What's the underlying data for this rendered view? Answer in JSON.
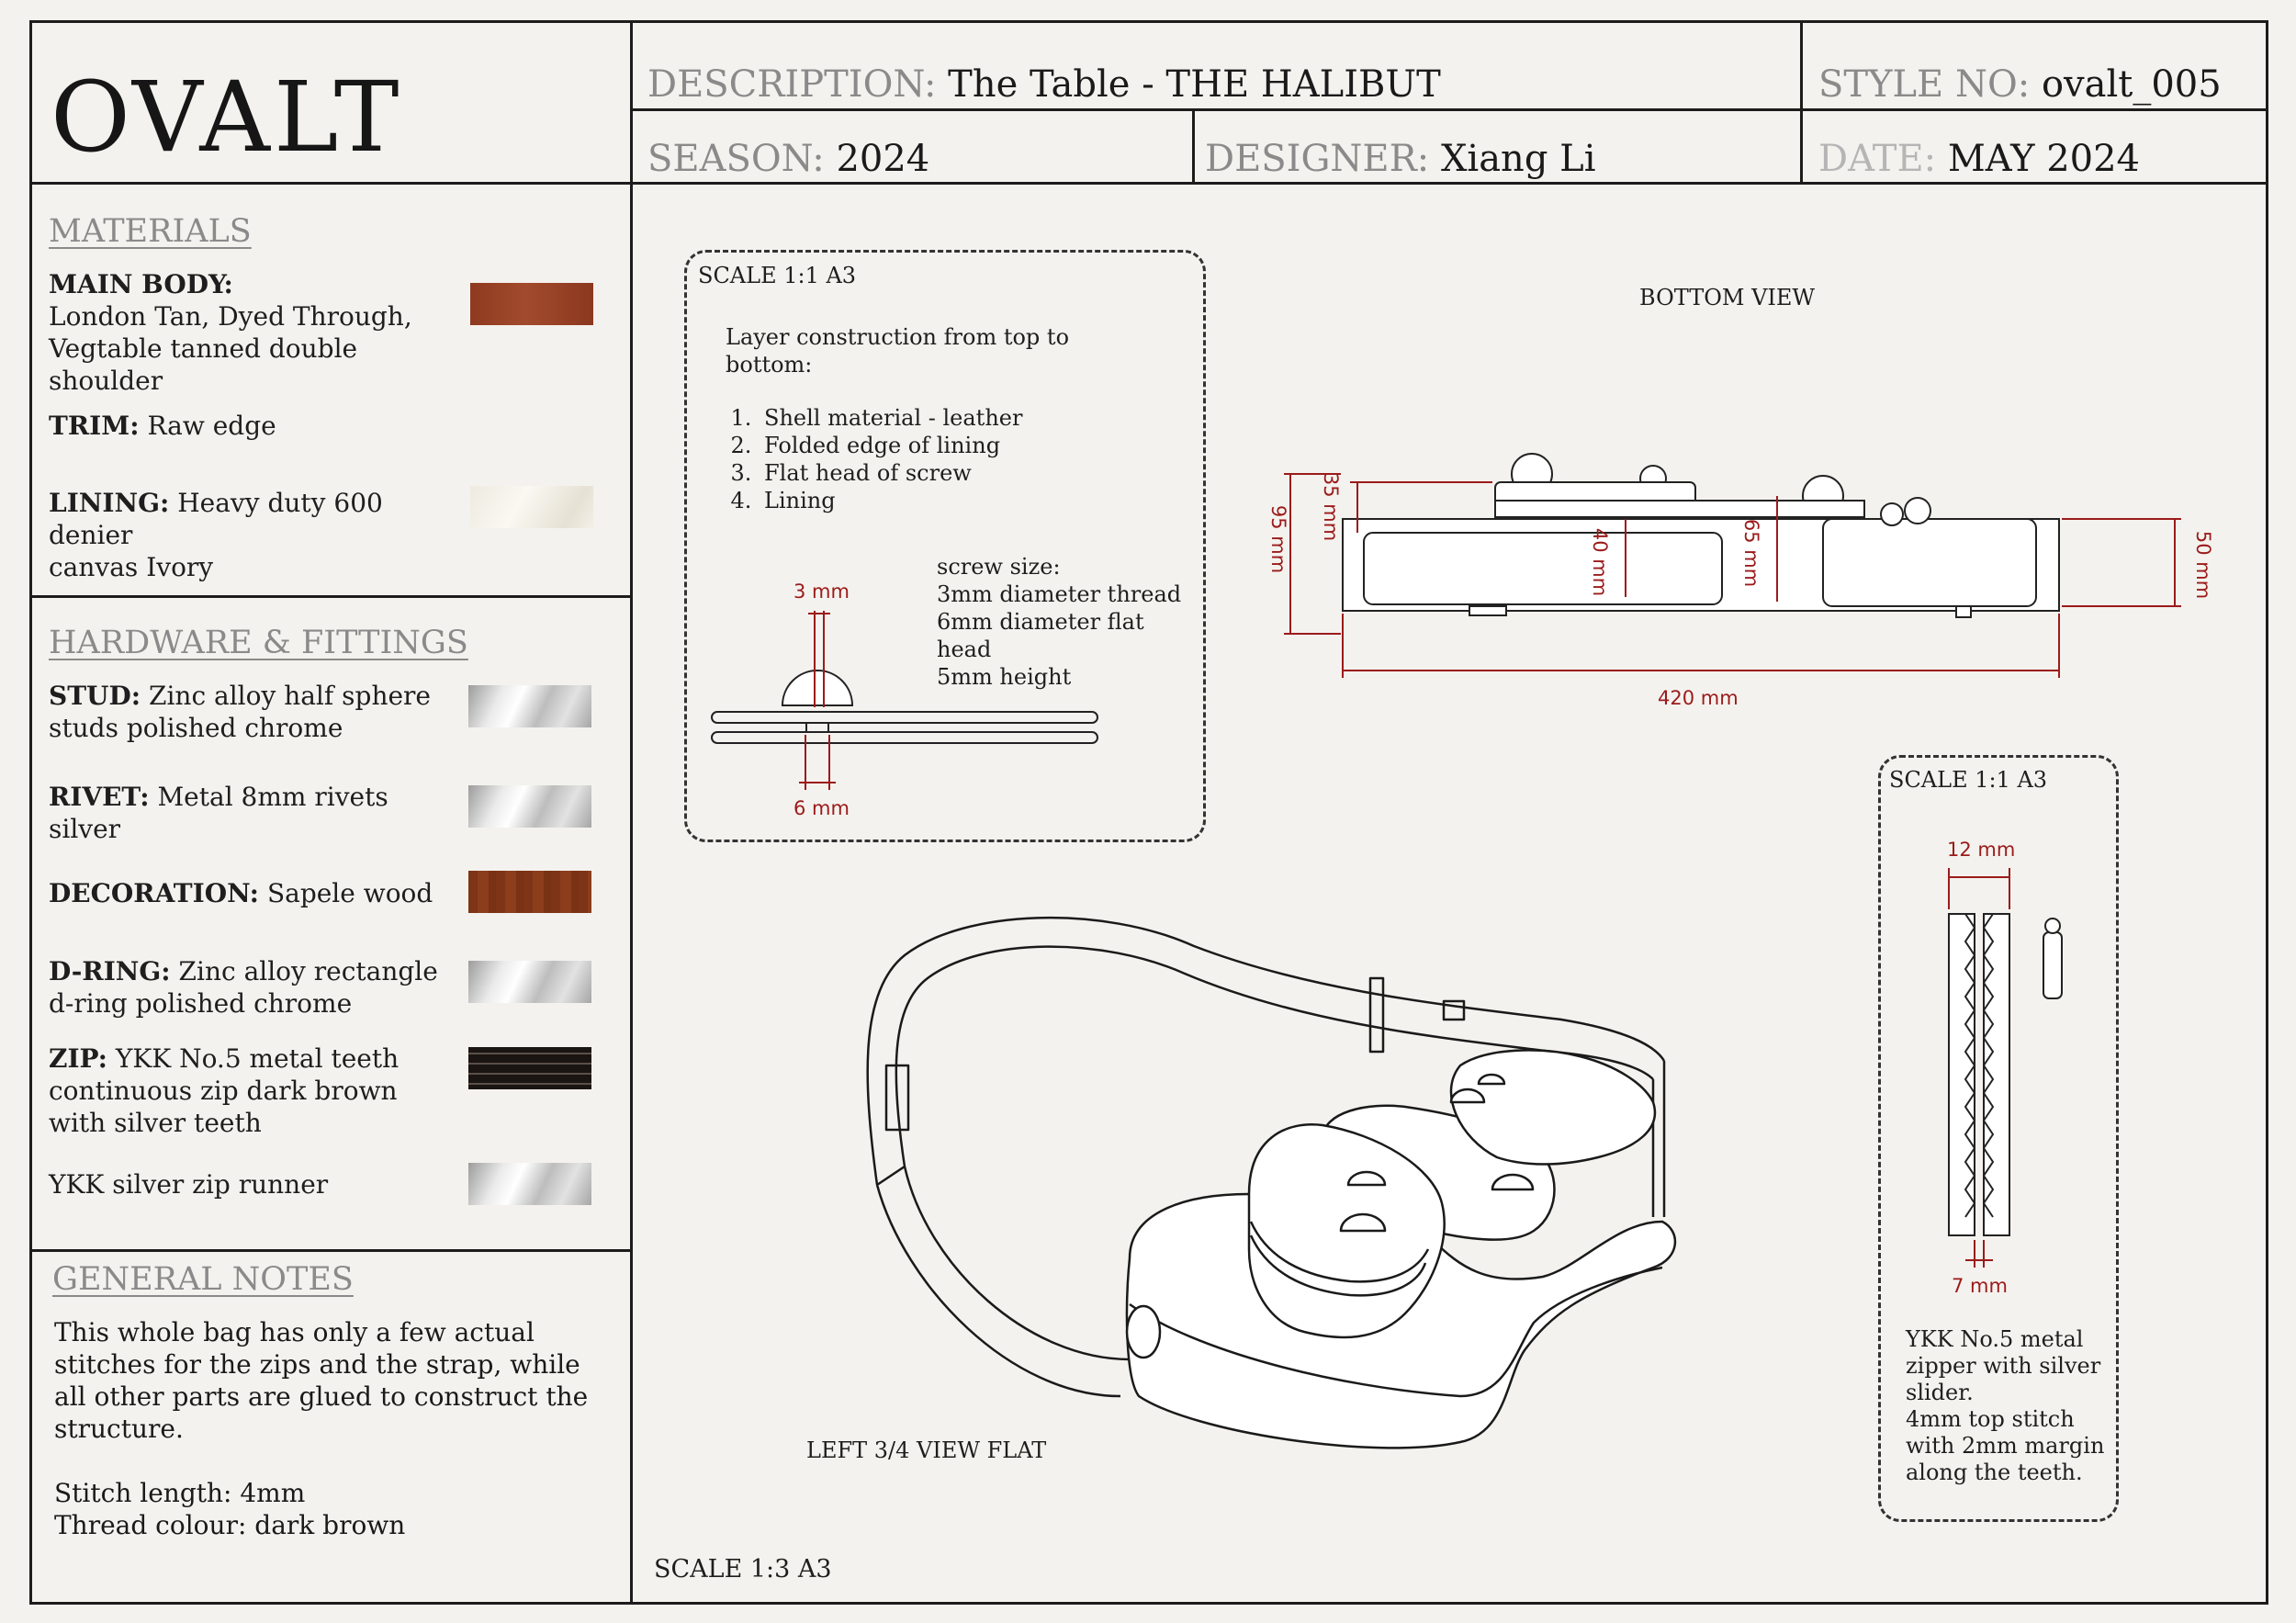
{
  "brand": {
    "logo": "OVALT"
  },
  "header": {
    "description_label": "DESCRIPTION:",
    "description_value": "The Table - THE HALIBUT",
    "style_label": "STYLE NO:",
    "style_value": "ovalt_005",
    "season_label": "SEASON:",
    "season_value": "2024",
    "designer_label": "DESIGNER:",
    "designer_value": "Xiang Li",
    "date_label": "DATE:",
    "date_value": "MAY 2024"
  },
  "materials": {
    "title": "MATERIALS",
    "main_body_label": "MAIN BODY:",
    "main_body_line1": "London Tan, Dyed Through,",
    "main_body_line2": "Vegtable tanned double shoulder",
    "trim_label": "TRIM:",
    "trim_value": "Raw edge",
    "lining_label": "LINING:",
    "lining_line1": "Heavy duty 600 denier",
    "lining_line2": "canvas Ivory"
  },
  "hardware": {
    "title": "HARDWARE & FITTINGS",
    "stud_label": "STUD:",
    "stud_line1": "Zinc alloy half sphere",
    "stud_line2": "studs polished chrome",
    "rivet_label": "RIVET:",
    "rivet_line1": "Metal 8mm rivets",
    "rivet_line2": "silver",
    "decoration_label": "DECORATION:",
    "decoration_value": "Sapele wood",
    "dring_label": "D-RING:",
    "dring_line1": "Zinc alloy rectangle",
    "dring_line2": "d-ring polished chrome",
    "zip_label": "ZIP:",
    "zip_line1": "YKK No.5 metal teeth",
    "zip_line2": "continuous zip dark brown",
    "zip_line3": "with silver teeth",
    "runner": "YKK silver zip runner"
  },
  "general_notes": {
    "title": "GENERAL NOTES",
    "line1": "This whole bag has only a few actual",
    "line2": "stitches for the zips and the strap, while",
    "line3": "all other parts are glued to construct the",
    "line4": "structure.",
    "stitch_length": "Stitch length: 4mm",
    "thread_colour": "Thread colour: dark brown"
  },
  "screw_detail": {
    "scale": "SCALE 1:1  A3",
    "intro_line1": "Layer construction from top to",
    "intro_line2": "bottom:",
    "layers": [
      "Shell material - leather",
      "Folded edge of lining",
      "Flat head of screw",
      "Lining"
    ],
    "size_title": "screw size:",
    "size_line1": "3mm diameter thread",
    "size_line2": "6mm diameter flat",
    "size_line3": "head",
    "size_line4": "5mm height",
    "dim_thread": "3 mm",
    "dim_head": "6 mm"
  },
  "bottom_view": {
    "title": "BOTTOM VIEW",
    "dim_95": "95 mm",
    "dim_35": "35 mm",
    "dim_40": "40 mm",
    "dim_65": "65 mm",
    "dim_50": "50 mm",
    "dim_420": "420 mm"
  },
  "zipper_detail": {
    "scale": "SCALE 1:1  A3",
    "dim_12": "12 mm",
    "dim_7": "7 mm",
    "note_line1": "YKK No.5 metal",
    "note_line2": "zipper with silver",
    "note_line3": "slider.",
    "note_line4": "4mm top stitch",
    "note_line5": "with 2mm margin",
    "note_line6": "along the teeth."
  },
  "main_view": {
    "caption": "LEFT 3/4 VIEW FLAT",
    "scale": "SCALE 1:3   A3"
  }
}
